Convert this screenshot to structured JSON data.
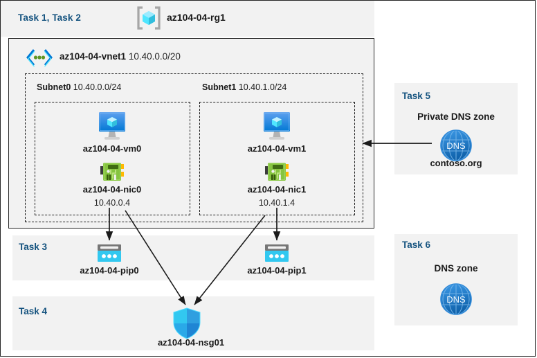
{
  "resource_group": {
    "task_label": "Task 1, Task 2",
    "name": "az104-04-rg1",
    "icon": "resource-group-icon"
  },
  "vnet": {
    "name": "az104-04-vnet1",
    "cidr": "10.40.0.0/20",
    "icon": "virtual-network-icon"
  },
  "subnets": [
    {
      "name": "Subnet0",
      "cidr": "10.40.0.0/24",
      "vm": {
        "name": "az104-04-vm0",
        "icon": "virtual-machine-icon"
      },
      "nic": {
        "name": "az104-04-nic0",
        "ip": "10.40.0.4",
        "icon": "network-interface-icon"
      }
    },
    {
      "name": "Subnet1",
      "cidr": "10.40.1.0/24",
      "vm": {
        "name": "az104-04-vm1",
        "icon": "virtual-machine-icon"
      },
      "nic": {
        "name": "az104-04-nic1",
        "ip": "10.40.1.4",
        "icon": "network-interface-icon"
      }
    }
  ],
  "task3": {
    "label": "Task 3",
    "public_ips": [
      {
        "name": "az104-04-pip0",
        "icon": "public-ip-address-icon"
      },
      {
        "name": "az104-04-pip1",
        "icon": "public-ip-address-icon"
      }
    ]
  },
  "task4": {
    "label": "Task 4",
    "nsg": {
      "name": "az104-04-nsg01",
      "icon": "network-security-group-icon"
    }
  },
  "task5": {
    "label": "Task 5",
    "title": "Private DNS zone",
    "zone_name": "contoso.org",
    "icon": "dns-zone-icon",
    "icon_text": "DNS"
  },
  "task6": {
    "label": "Task 6",
    "title": "DNS zone",
    "icon": "dns-zone-icon",
    "icon_text": "DNS"
  },
  "colors": {
    "task_label": "#15537f",
    "panel_background": "#f2f2f2",
    "border": "#262626",
    "text": "#1a1a1a",
    "dns_blue": "#1a7ed6",
    "pip_cyan": "#32c8f0",
    "nic_green": "#6cb33f",
    "vm_blue": "#0078d4"
  }
}
